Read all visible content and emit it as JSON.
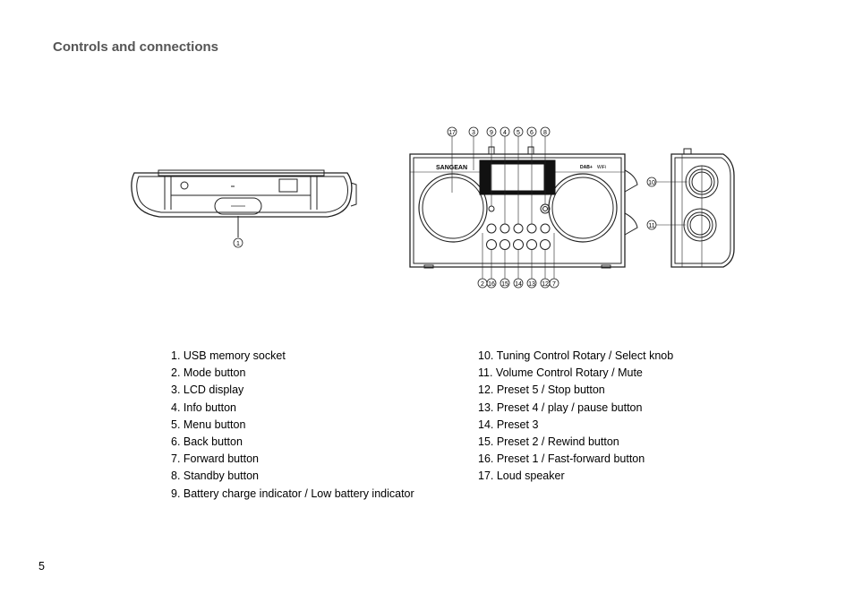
{
  "page": {
    "title": "Controls and connections",
    "page_number": "5"
  },
  "device": {
    "brand": "SANGEAN",
    "logo_dab": "DAB+",
    "logo_wifi": "WiFi"
  },
  "callouts": {
    "top": [
      "17",
      "3",
      "9",
      "4",
      "5",
      "6",
      "8"
    ],
    "bottom": [
      "2",
      "16",
      "15",
      "14",
      "13",
      "12",
      "7"
    ],
    "side": [
      "10",
      "11"
    ],
    "usb": "1"
  },
  "legend_left": [
    "1. USB memory socket",
    "2. Mode button",
    "3. LCD display",
    "4. Info button",
    "5. Menu button",
    "6. Back button",
    "7. Forward button",
    "8. Standby button",
    "9. Battery charge indicator / Low battery indicator"
  ],
  "legend_right": [
    "10. Tuning Control Rotary / Select knob",
    "11. Volume Control Rotary / Mute",
    "12. Preset 5 / Stop button",
    "13. Preset 4 / play / pause button",
    "14. Preset 3",
    "15. Preset 2 / Rewind button",
    "16. Preset 1 / Fast-forward button",
    "17. Loud speaker"
  ]
}
